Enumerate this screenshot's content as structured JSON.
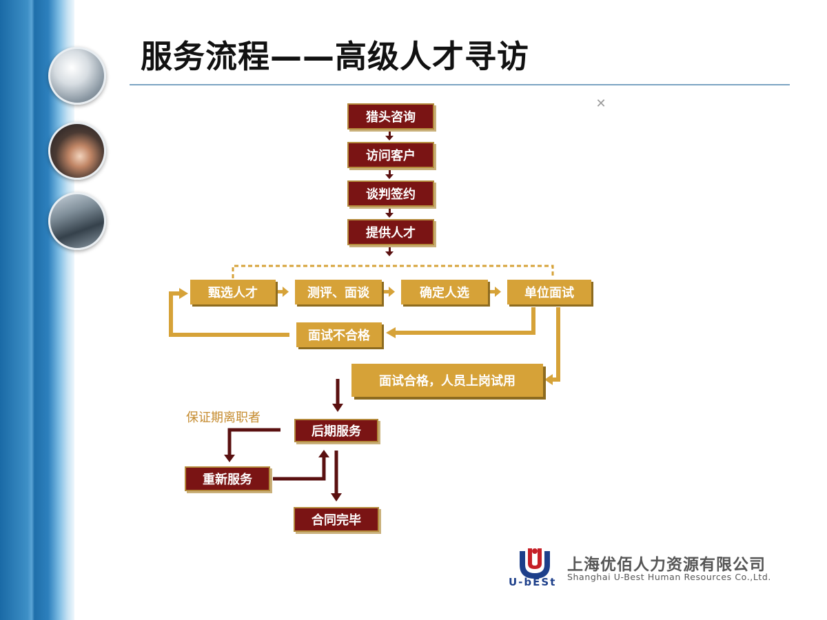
{
  "title": "服务流程——高级人才寻访",
  "close_glyph": "✕",
  "flow": {
    "step1": "猎头咨询",
    "step2": "访问客户",
    "step3": "谈判签约",
    "step4": "提供人才",
    "select": "甄选人才",
    "assess": "测评、面谈",
    "confirm": "确定人选",
    "interview": "单位面试",
    "fail": "面试不合格",
    "pass": "面试合格，人员上岗试用",
    "after": "后期服务",
    "annot": "保证期离职者",
    "reservice": "重新服务",
    "done": "合同完毕"
  },
  "company": {
    "logo_text": "U-bESt",
    "name_cn": "上海优佰人力资源有限公司",
    "name_en": "Shanghai U-Best Human Resources Co.,Ltd."
  },
  "colors": {
    "dark_box": "#7a1414",
    "gold_box": "#d6a238",
    "annotation": "#c58b2f",
    "title_rule": "#7aa3c2",
    "brand_blue": "#1d3f8a"
  }
}
